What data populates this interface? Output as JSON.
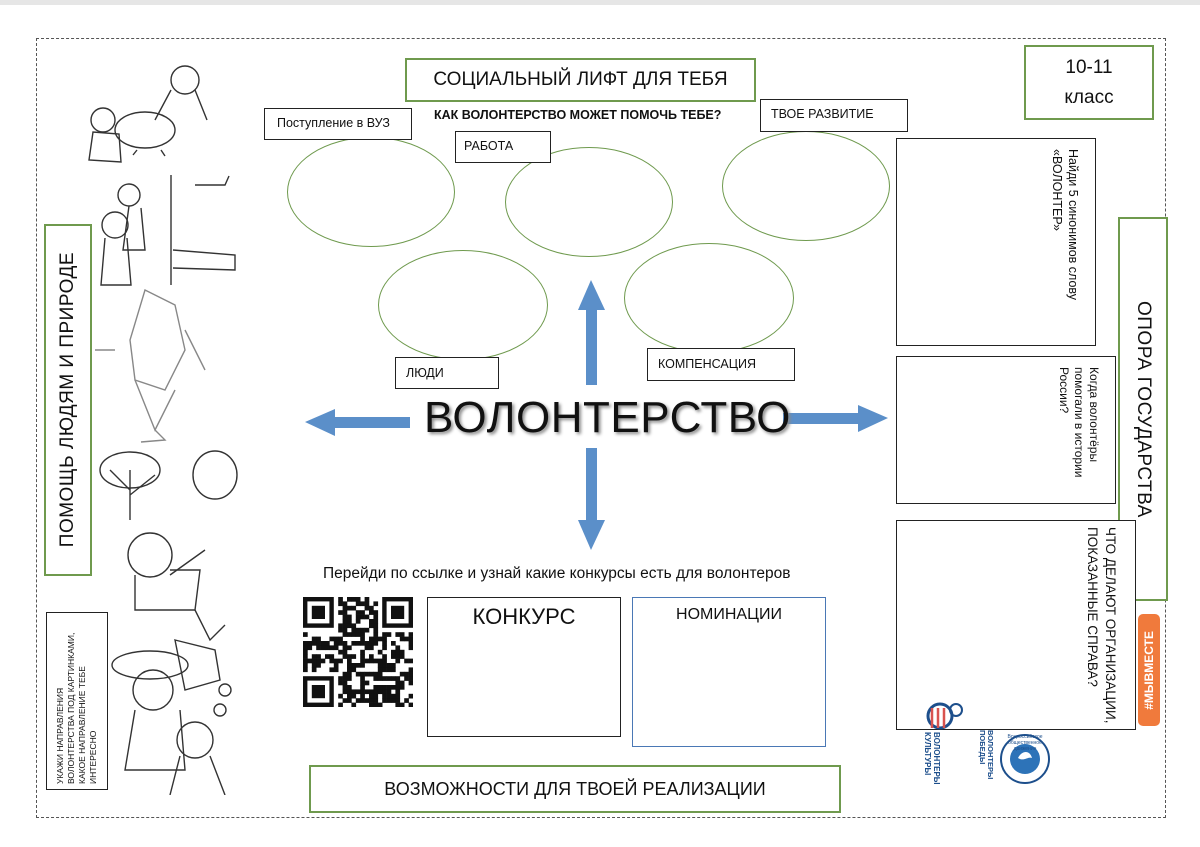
{
  "header": {
    "title": "СОЦИАЛЬНЫЙ ЛИФТ ДЛЯ ТЕБЯ",
    "question": "КАК ВОЛОНТЕРСТВО МОЖЕТ ПОМОЧЬ ТЕБЕ?",
    "grade_line1": "10-11",
    "grade_line2": "класс"
  },
  "tags": {
    "vuz": "Поступление в ВУЗ",
    "rabota": "РАБОТА",
    "razvitie": "ТВОЕ РАЗВИТИЕ",
    "lyudi": "ЛЮДИ",
    "kompensaciya": "КОМПЕНСАЦИЯ"
  },
  "center_word": "ВОЛОНТЕРСТВО",
  "left_side": {
    "vertical_title": "ПОМОЩЬ ЛЮДЯМ И ПРИРОДЕ",
    "instruction": "УКАЖИ НАПРАВЛЕНИЯ ВОЛОНТЕРСТВА ПОД КАРТИНКАМИ, КАКОЕ НАПРАВЛЕНИЕ ТЕБЕ ИНТЕРЕСНО"
  },
  "right_side": {
    "vertical_title": "ОПОРА ГОСУДАРСТВА",
    "box1": "Найди 5 синонимов слову «ВОЛОНТЕР»",
    "box2": "Когда волонтёры помогали в истории России?",
    "box3": "ЧТО ДЕЛАЮТ ОРГАНИЗАЦИИ, ПОКАЗАННЫЕ СПРАВА?",
    "hashtag": "#МЫВМЕСТЕ",
    "logo1": "ВОЛОНТЕРЫ КУЛЬТУРЫ",
    "logo2_main": "ВОЛОНТЕРЫ ПОБЕДЫ",
    "logo2_ring": "Всероссийское общественное движение"
  },
  "bottom": {
    "link_text": "Перейди по ссылке и узнай какие конкурсы есть для волонтеров",
    "konkurs": "КОНКУРС",
    "nominacii": "НОМИНАЦИИ",
    "footer": "ВОЗМОЖНОСТИ ДЛЯ ТВОЕЙ РЕАЛИЗАЦИИ"
  },
  "colors": {
    "green_border": "#6f9a4e",
    "arrow_blue": "#5b8fc9",
    "hashtag_orange": "#f07a3c",
    "nominacii_border": "#4a78b5",
    "logo_dark_blue": "#1d4f8c"
  },
  "icons": [
    "qr-code-icon",
    "volunteers-culture-logo-icon",
    "volunteers-victory-logo-icon"
  ]
}
